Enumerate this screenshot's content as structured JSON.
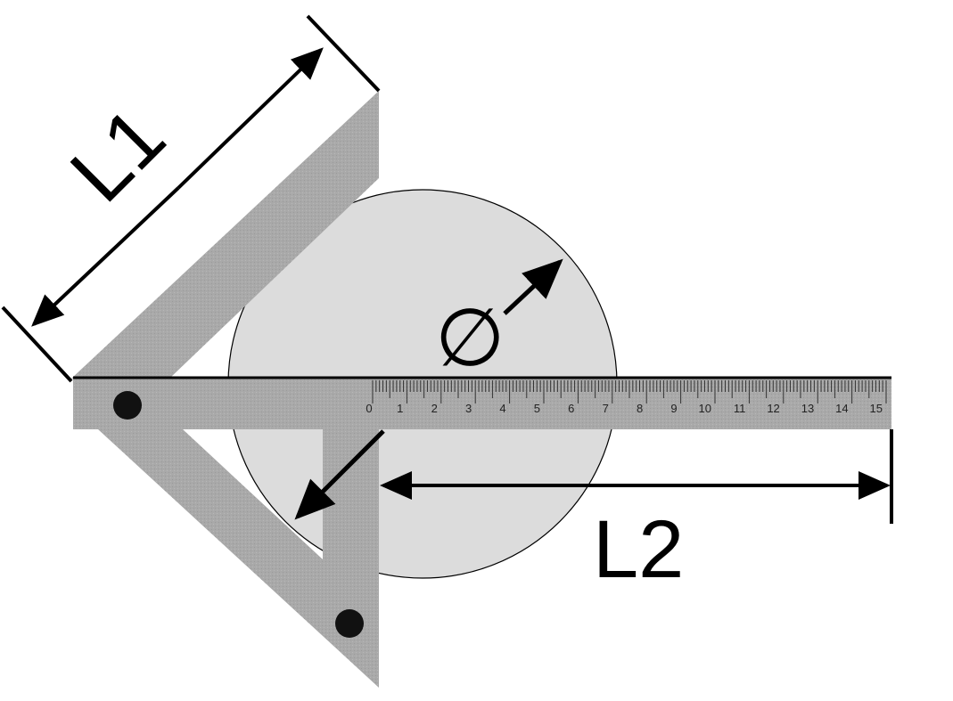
{
  "labels": {
    "length_1": "L1",
    "length_2": "L2",
    "diameter": "∅"
  },
  "ruler": {
    "tick_labels": [
      "0",
      "1",
      "2",
      "3",
      "4",
      "5",
      "6",
      "7",
      "8",
      "9",
      "10",
      "11",
      "12",
      "13",
      "14",
      "15"
    ]
  },
  "colors": {
    "workpiece": "#dcdcdc",
    "tool_metal": "#a9a9a9",
    "line": "#000000"
  }
}
